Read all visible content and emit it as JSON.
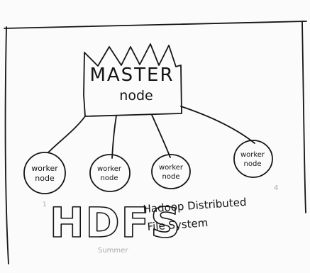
{
  "master": {
    "title": "MASTER",
    "subtitle": "node"
  },
  "workers": [
    {
      "line1": "worker",
      "line2": "node"
    },
    {
      "line1": "worker",
      "line2": "node"
    },
    {
      "line1": "worker",
      "line2": "node"
    },
    {
      "line1": "worker",
      "line2": "node"
    }
  ],
  "logo": {
    "acronym": "HDFS",
    "expansion_line1": "Hadoop Distributed",
    "expansion_line2": "File System"
  },
  "faint_notes": {
    "bottom_scribble": "Summer",
    "right_mark": "4",
    "left_mark": "1"
  },
  "colors": {
    "ink": "#151515",
    "paper": "#fbfbfb"
  }
}
